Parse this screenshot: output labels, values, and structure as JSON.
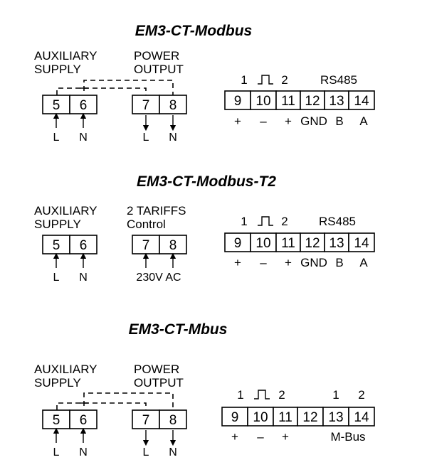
{
  "sections": [
    {
      "title": "EM3-CT-Modbus",
      "aux_label_1": "AUXILIARY",
      "aux_label_2": "SUPPLY",
      "mid_label_1": "POWER",
      "mid_label_2": "OUTPUT",
      "left_terminals": [
        "5",
        "6"
      ],
      "mid_terminals": [
        "7",
        "8"
      ],
      "left_wires": [
        "L",
        "N"
      ],
      "mid_wires": [
        "L",
        "N"
      ],
      "pulse_num_1": "1",
      "pulse_num_2": "2",
      "bus_label": "RS485",
      "bus_num_1": "",
      "bus_num_2": "",
      "right_terminals": [
        "9",
        "10",
        "11",
        "12",
        "13",
        "14"
      ],
      "right_signs": [
        "+",
        "–",
        "+"
      ],
      "right_bus_labels": [
        "GND",
        "B",
        "A"
      ]
    },
    {
      "title": "EM3-CT-Modbus-T2",
      "aux_label_1": "AUXILIARY",
      "aux_label_2": "SUPPLY",
      "mid_label_1": "2 TARIFFS",
      "mid_label_2": "Control",
      "left_terminals": [
        "5",
        "6"
      ],
      "mid_terminals": [
        "7",
        "8"
      ],
      "left_wires": [
        "L",
        "N"
      ],
      "mid_input": "230V AC",
      "pulse_num_1": "1",
      "pulse_num_2": "2",
      "bus_label": "RS485",
      "right_terminals": [
        "9",
        "10",
        "11",
        "12",
        "13",
        "14"
      ],
      "right_signs": [
        "+",
        "–",
        "+"
      ],
      "right_bus_labels": [
        "GND",
        "B",
        "A"
      ]
    },
    {
      "title": "EM3-CT-Mbus",
      "aux_label_1": "AUXILIARY",
      "aux_label_2": "SUPPLY",
      "mid_label_1": "POWER",
      "mid_label_2": "OUTPUT",
      "left_terminals": [
        "5",
        "6"
      ],
      "mid_terminals": [
        "7",
        "8"
      ],
      "left_wires": [
        "L",
        "N"
      ],
      "mid_wires": [
        "L",
        "N"
      ],
      "pulse_num_1": "1",
      "pulse_num_2": "2",
      "bus_num_1": "1",
      "bus_num_2": "2",
      "right_terminals": [
        "9",
        "10",
        "11",
        "12",
        "13",
        "14"
      ],
      "right_signs": [
        "+",
        "–",
        "+"
      ],
      "right_bus_single": "M-Bus"
    }
  ]
}
